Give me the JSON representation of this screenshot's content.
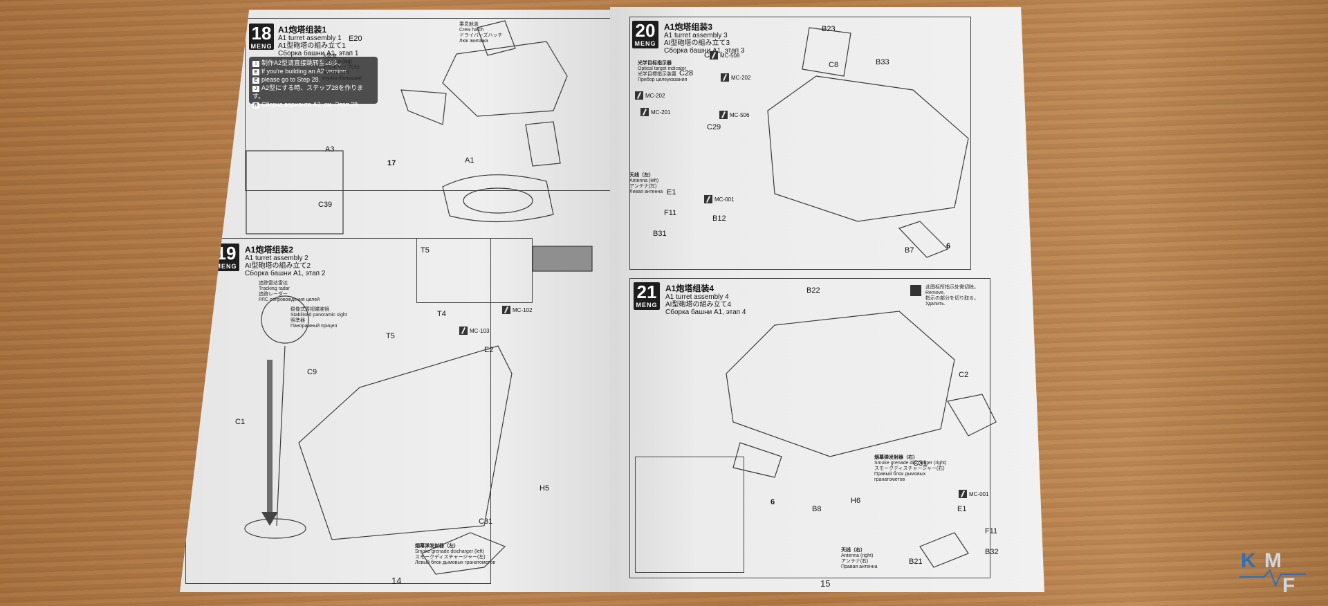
{
  "pages": {
    "left_number": "14",
    "right_number": "15"
  },
  "brand": "MENG",
  "steps": {
    "s18": {
      "number": "18",
      "title_zh": "A1炮塔组装1",
      "title_en": "A1 turret assembly 1",
      "title_ja": "A1型砲塔の組み立て1",
      "title_ru": "Сборка башни A1, этап 1",
      "note_zh": "制作A2型请直接跳转至28步。",
      "note_en1": "If you're building an A2 version,",
      "note_en2": "please go to Step 28.",
      "note_ja": "A2型にする時、ステップ28を作ります。",
      "note_ru": "Сборка варианта A2, см. Этап 28.",
      "hatch_zh": "乘员舱盖",
      "hatch_en": "Crew hatch",
      "hatch_ja": "ドライバーズハッチ",
      "hatch_ru": "Люк экипажа",
      "polycap_zh": "大胶套",
      "polycap_en": "Poly cap (big)",
      "polycap_ja": "ポリキャップ(大)",
      "polycap_ru1": "Эластичная",
      "polycap_ru2": "втулка (большая)",
      "parts": [
        "E20",
        "A3",
        "A1",
        "C39"
      ],
      "step_ref": "17"
    },
    "s19": {
      "number": "19",
      "title_zh": "A1炮塔组装2",
      "title_en": "A1 turret assembly 2",
      "title_ja": "AI型砲塔の組み立て2",
      "title_ru": "Сборка башни А1, этап 2",
      "radar_zh": "追踪雷达雷达",
      "radar_en": "Tracking radar",
      "radar_ja": "追跡レーダー",
      "radar_ru": "РЛС сопровождения целей",
      "sight_zh": "稳像式周视瞄准镜",
      "sight_en": "Stabilised panoramic sight",
      "sight_ja": "照準器",
      "sight_ru": "Панорамный прицел",
      "smoke_zh": "烟幕弹发射器（左）",
      "smoke_en": "Smoke grenade discharger (left)",
      "smoke_ja": "スモークディスチャージャー(左)",
      "smoke_ru": "Левый блок дымовых гранатометов",
      "parts": [
        "T4",
        "T5",
        "E2",
        "C9",
        "C1",
        "H5",
        "C31",
        "T5"
      ],
      "mc1": "MC-103",
      "mc2": "MC-102"
    },
    "s20": {
      "number": "20",
      "title_zh": "A1炮塔组装3",
      "title_en": "A1 turret assembly 3",
      "title_ja": "AI型砲塔の組み立て3",
      "title_ru": "Сборка башни А1, этап 3",
      "indicator_zh": "光学目标指示器",
      "indicator_en": "Optical target indicator",
      "indicator_ja": "光学目標指示装置",
      "indicator_ru": "Прибор целеуказания",
      "antenna_zh": "天线（左）",
      "antenna_en": "Antenna (left)",
      "antenna_ja": "アンテナ(左)",
      "antenna_ru": "Левая антенна",
      "parts": [
        "B23",
        "C8",
        "B33",
        "C5",
        "C28",
        "C29",
        "E1",
        "F11",
        "B31",
        "B12",
        "B7"
      ],
      "mc": [
        "MC-508",
        "MC-202",
        "MC-202",
        "MC-201",
        "MC-506",
        "MC-001"
      ],
      "weathering": "6"
    },
    "s21": {
      "number": "21",
      "title_zh": "A1炮塔组装4",
      "title_en": "A1 turret assembly 4",
      "title_ja": "AI型砲塔の組み立て4",
      "title_ru": "Сборка башни А1, этап 4",
      "remove_zh": "此图标所指示处需切除。",
      "remove_en": "Remove.",
      "remove_ja": "指示の部分を切り取る。",
      "remove_ru": "Удалить.",
      "smoke_zh": "烟幕弹发射器（右）",
      "smoke_en": "Smoke grenade discharger (right)",
      "smoke_ja": "スモークディスチャージャー(右)",
      "smoke_ru1": "Правый блок дымовых",
      "smoke_ru2": "гранатометов",
      "antenna_zh": "天线（右）",
      "antenna_en": "Antenna (right)",
      "antenna_ja": "アンテナ(右)",
      "antenna_ru": "Правая антенна",
      "parts": [
        "B22",
        "C2",
        "C31",
        "H6",
        "B8",
        "E1",
        "F11",
        "B21",
        "B32"
      ],
      "mc": "MC-001",
      "weathering": "6"
    }
  },
  "colors": {
    "ink": "#1d1d1d",
    "paper": "#ececec",
    "wood": "#b07a45",
    "watermark_blue": "#2f6fb3"
  }
}
